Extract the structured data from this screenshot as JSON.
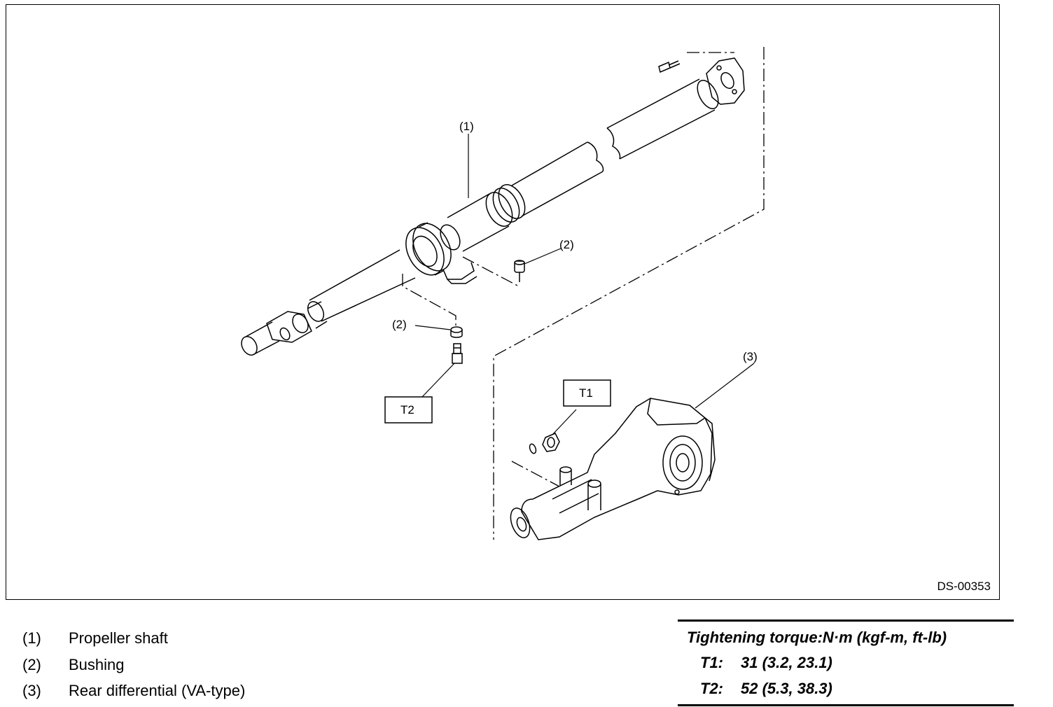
{
  "figure": {
    "code": "DS-00353",
    "callouts": {
      "c1": "(1)",
      "c2a": "(2)",
      "c2b": "(2)",
      "c3": "(3)",
      "t1": "T1",
      "t2": "T2"
    }
  },
  "legend": [
    {
      "num": "(1)",
      "label": "Propeller shaft"
    },
    {
      "num": "(2)",
      "label": "Bushing"
    },
    {
      "num": "(3)",
      "label": "Rear differential (VA-type)"
    }
  ],
  "torque": {
    "heading": "Tightening torque:N·m (kgf-m, ft-lb)",
    "items": [
      {
        "id": "T1:",
        "value": "31 (3.2, 23.1)"
      },
      {
        "id": "T2:",
        "value": "52 (5.3, 38.3)"
      }
    ]
  }
}
